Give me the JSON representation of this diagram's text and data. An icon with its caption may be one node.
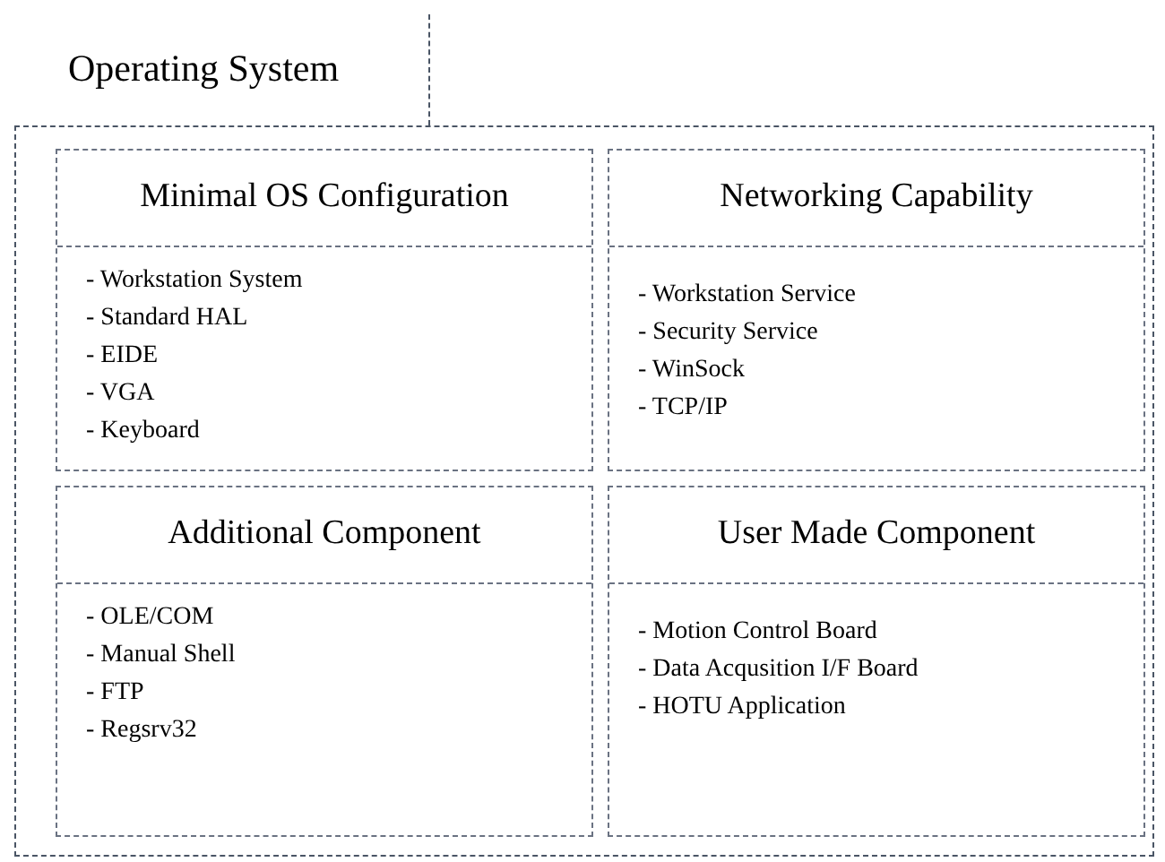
{
  "diagram": {
    "nodes": [
      {
        "text": [
          "Operating System"
        ]
      },
      {
        "text": [
          "Minimal OS Configuration",
          "- Workstation System",
          "- Standard HAL",
          "- EIDE",
          "- VGA",
          "- Keyboard"
        ],
        "in": 0
      },
      {
        "text": [
          "Networking Capability",
          "- Workstation Service",
          "- Security Service",
          "- WinSock",
          "- TCP/IP"
        ],
        "in": 0
      },
      {
        "text": [
          "Additional Component",
          "- OLE/COM",
          "- Manual Shell",
          "- FTP",
          "- Regsrv32"
        ],
        "in": 0
      },
      {
        "text": [
          "User Made Component",
          "- Motion Control Board",
          "- Data Acqusition I/F Board",
          "- HOTU Application"
        ],
        "in": 0
      }
    ]
  }
}
